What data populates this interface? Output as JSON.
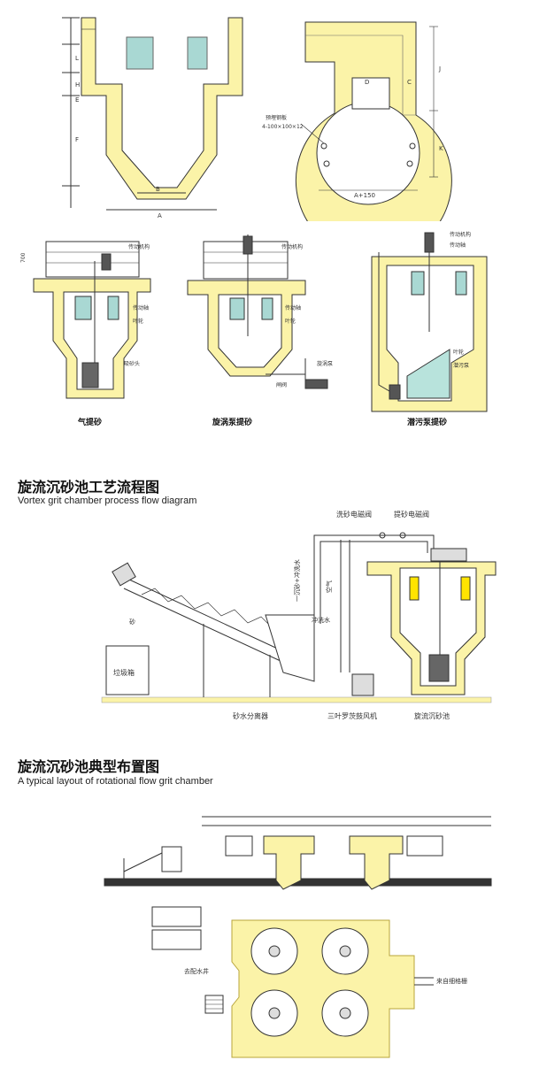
{
  "top_drawings": {
    "section_labels": [
      "L",
      "H",
      "E",
      "F",
      "B",
      "A"
    ],
    "plan_labels": [
      "D",
      "C",
      "J",
      "K",
      "A+150"
    ],
    "plan_note": [
      "预埋钢板",
      "4-100×100×12"
    ]
  },
  "variants": [
    {
      "caption": "气提砂",
      "labels": [
        "传动机构",
        "传动轴",
        "叶轮",
        "吸砂头"
      ],
      "dim": "700"
    },
    {
      "caption": "旋涡泵提砂",
      "labels": [
        "传动机构",
        "传动轴",
        "叶轮",
        "旋涡泵",
        "闸阀"
      ]
    },
    {
      "caption": "潜污泵提砂",
      "labels": [
        "传动机构",
        "传动轴",
        "叶轮",
        "潜污泵"
      ]
    }
  ],
  "process": {
    "title_cn": "旋流沉砂池工艺流程图",
    "title_en": "Vortex grit chamber process flow diagram",
    "labels": {
      "wash_valve": "洗砂电磁阀",
      "lift_valve": "提砂电磁阀",
      "sand_water": "一沉砂+冲洗水",
      "air": "空气",
      "wash_water": "冲洗水",
      "sand": "砂",
      "trash_box": "垃圾箱",
      "separator": "砂水分离器",
      "blower": "三叶罗茨鼓风机",
      "chamber": "旋流沉砂池"
    }
  },
  "layout": {
    "title_cn": "旋流沉砂池典型布置图",
    "title_en": "A typical layout of rotational flow grit chamber",
    "labels": {
      "outlet": "去配水井",
      "inlet": "来自细格栅"
    }
  },
  "colors": {
    "concrete": "#fbf3a8",
    "glass": "#a9d8d3",
    "line": "#333333",
    "grit": "#b8e3dc"
  }
}
